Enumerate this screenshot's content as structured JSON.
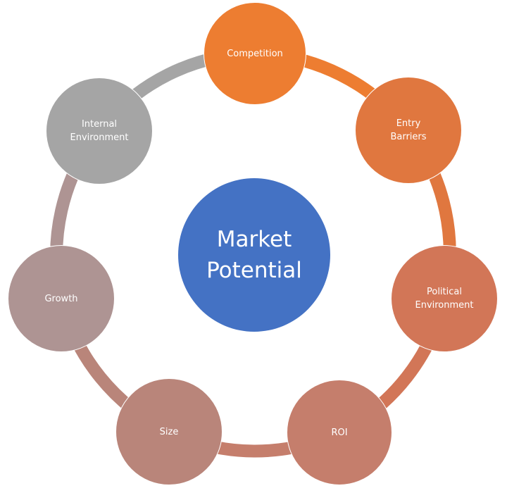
{
  "center": {
    "label": "Market\nPotential",
    "color": "#4472C4"
  },
  "nodes": [
    {
      "label": "Competition",
      "color": "#ED7D31"
    },
    {
      "label": "Entry\nBarriers",
      "color": "#E0773F"
    },
    {
      "label": "Political\nEnvironment",
      "color": "#D27657"
    },
    {
      "label": "ROI",
      "color": "#C57E6C"
    },
    {
      "label": "Size",
      "color": "#B9857A"
    },
    {
      "label": "Growth",
      "color": "#AE9493"
    },
    {
      "label": "Internal\nEnvironment",
      "color": "#A5A5A5"
    }
  ]
}
